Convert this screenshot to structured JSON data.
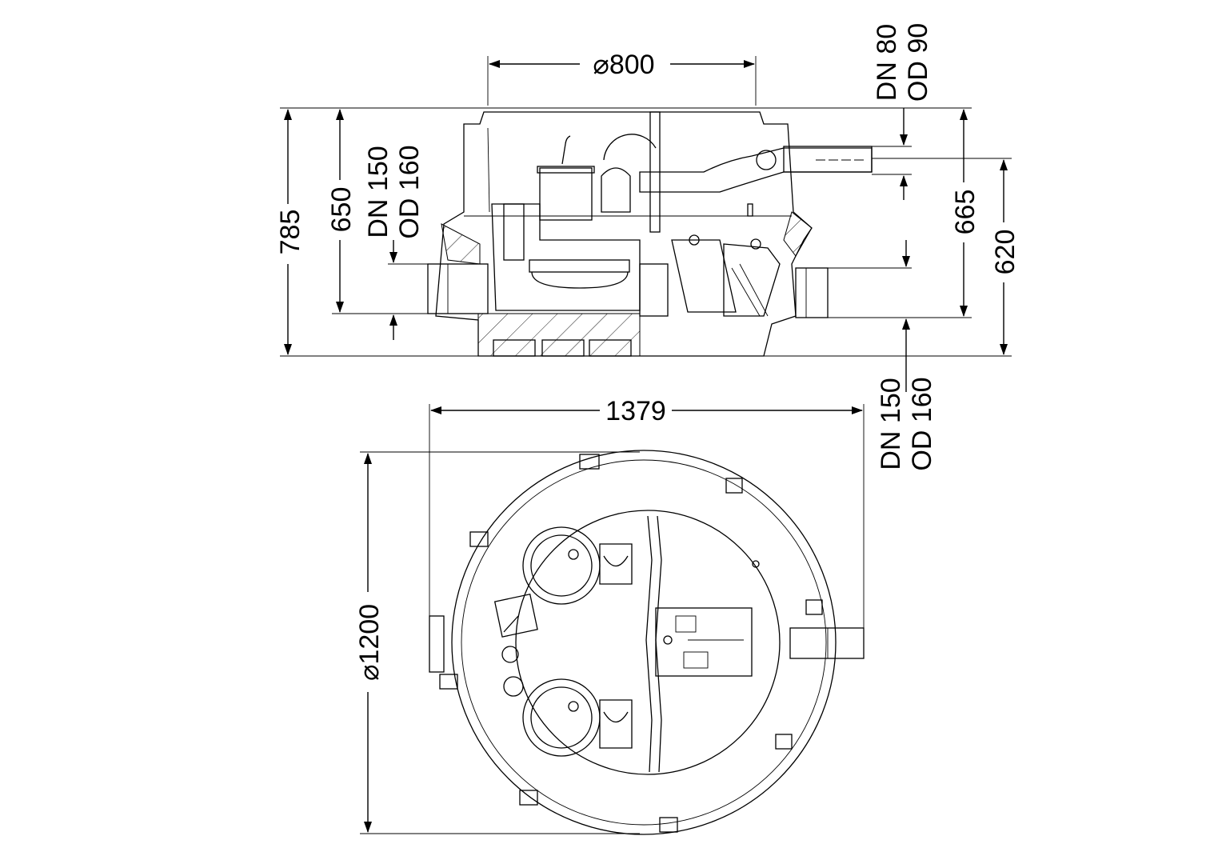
{
  "drawing": {
    "side_view": {
      "cover_diameter": "⌀800",
      "outlet_top": {
        "dn": "DN 80",
        "od": "OD 90"
      },
      "total_height": "785",
      "inlet_height_left": "650",
      "inlet_left": {
        "dn": "DN 150",
        "od": "OD 160"
      },
      "inlet_height_right": "665",
      "outlet_height_right": "620"
    },
    "top_view": {
      "total_width": "1379",
      "inlet_right": {
        "dn": "DN 150",
        "od": "OD 160"
      },
      "tank_diameter": "⌀1200"
    }
  }
}
